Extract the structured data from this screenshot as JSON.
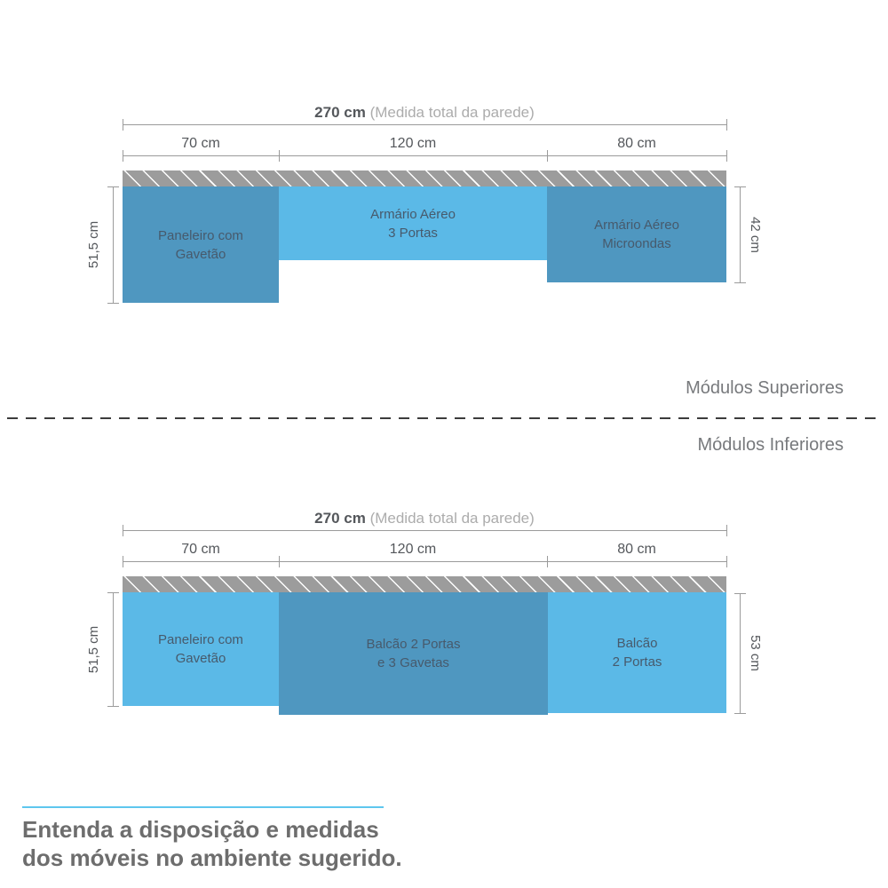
{
  "colors": {
    "module_dark_blue": "#4f97c0",
    "module_light_blue": "#5bb9e7",
    "wall_hatch_gray": "#9c9c9c",
    "hatch_line_white": "#ffffff",
    "dimension_line_gray": "#9b9b9b",
    "dimension_text": "#54575b",
    "dimension_note_text": "#acacac",
    "module_label_text": "#475a6c",
    "section_label_text": "#77797c",
    "divider_dash": "#3c3c3c",
    "footer_text": "#6d6d6d",
    "accent_rule_blue": "#5ec7ee"
  },
  "upper": {
    "section_label": "Módulos Superiores",
    "total": "270 cm",
    "total_note": "(Medida total da parede)",
    "seg1": "70 cm",
    "seg2": "120 cm",
    "seg3": "80 cm",
    "left_height": "51,5 cm",
    "right_height": "42 cm",
    "module1": {
      "line1": "Paneleiro com",
      "line2": "Gavetão"
    },
    "module2": {
      "line1": "Armário Aéreo",
      "line2": "3 Portas"
    },
    "module3": {
      "line1": "Armário Aéreo",
      "line2": "Microondas"
    }
  },
  "lower": {
    "section_label": "Módulos Inferiores",
    "total": "270 cm",
    "total_note": "(Medida total da parede)",
    "seg1": "70 cm",
    "seg2": "120 cm",
    "seg3": "80 cm",
    "left_height": "51,5 cm",
    "right_height": "53 cm",
    "module1": {
      "line1": "Paneleiro com",
      "line2": "Gavetão"
    },
    "module2": {
      "line1": "Balcão 2 Portas",
      "line2": "e 3 Gavetas"
    },
    "module3": {
      "line1": "Balcão",
      "line2": "2 Portas"
    }
  },
  "footer": {
    "line1": "Entenda a disposição e medidas",
    "line2": "dos móveis no ambiente sugerido."
  }
}
